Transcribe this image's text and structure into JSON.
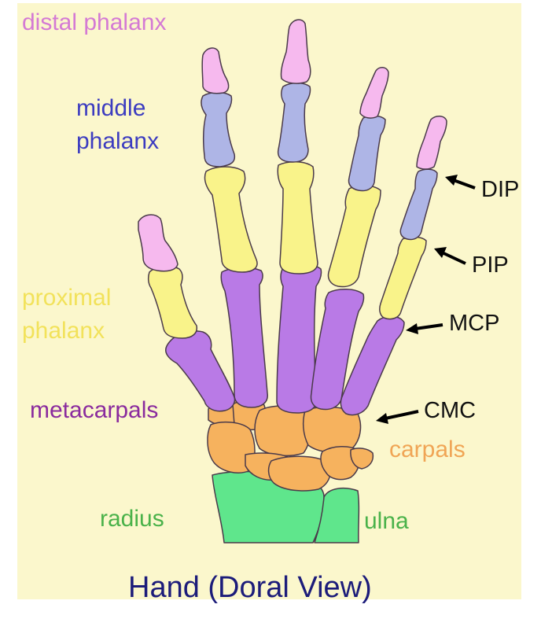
{
  "labels": {
    "distal": "distal phalanx",
    "middle_line1": "middle",
    "middle_line2": "phalanx",
    "proximal_line1": "proximal",
    "proximal_line2": "phalanx",
    "metacarpals": "metacarpals",
    "carpals": "carpals",
    "radius": "radius",
    "ulna": "ulna",
    "dip": "DIP",
    "pip": "PIP",
    "mcp": "MCP",
    "cmc": "CMC",
    "title": "Hand (Doral View)"
  },
  "colors": {
    "background": "#fbf7cc",
    "distal_phalanx": "#f6b9ee",
    "middle_phalanx": "#aeb5e6",
    "proximal_phalanx": "#f9f38a",
    "metacarpals": "#b97ae6",
    "carpals": "#f6b25e",
    "radius_ulna": "#5fe68c"
  }
}
